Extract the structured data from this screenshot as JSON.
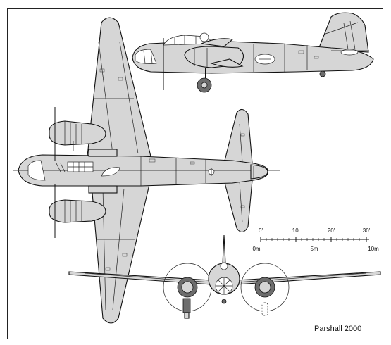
{
  "credit": "Parshall 2000",
  "scale_bar": {
    "feet": {
      "labels": [
        "0'",
        "10'",
        "20'",
        "30'"
      ]
    },
    "meters": {
      "labels": [
        "0m",
        "5m",
        "10m"
      ]
    }
  }
}
